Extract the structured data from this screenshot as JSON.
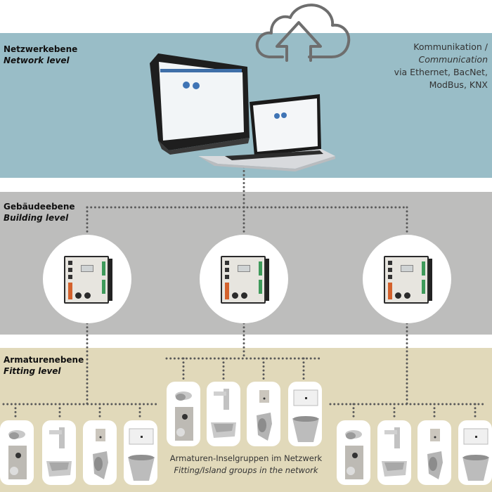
{
  "levels": {
    "network": {
      "de": "Netzwerkebene",
      "en": "Network level"
    },
    "building": {
      "de": "Gebäudeebene",
      "en": "Building level"
    },
    "fitting": {
      "de": "Armaturenebene",
      "en": "Fitting level"
    }
  },
  "communication": {
    "line1": "Kommunikation /",
    "line2": "Communication",
    "line3": "via Ethernet, BacNet,",
    "line4": "ModBus, KNX"
  },
  "caption": {
    "de": "Armaturen-Inselgruppen im Netzwerk",
    "en": "Fitting/Island groups in the network"
  },
  "icons": {
    "cloud": "cloud-upload-icon",
    "monitor": "all-in-one-pc-icon",
    "laptop": "laptop-icon",
    "controller": "building-controller-icon",
    "fittings": [
      "shower-control-icon",
      "sensor-faucet-basin-icon",
      "urinal-icon",
      "wc-pan-icon"
    ]
  },
  "groups": {
    "controllers": 3,
    "fitting_groups": [
      "left",
      "middle",
      "right"
    ]
  },
  "colors": {
    "network_band": "#99bdc7",
    "building_band": "#bdbdbc",
    "fitting_band": "#e1d9ba",
    "connector": "#5a5a5a",
    "cloud_stroke": "#6e6e6e"
  }
}
